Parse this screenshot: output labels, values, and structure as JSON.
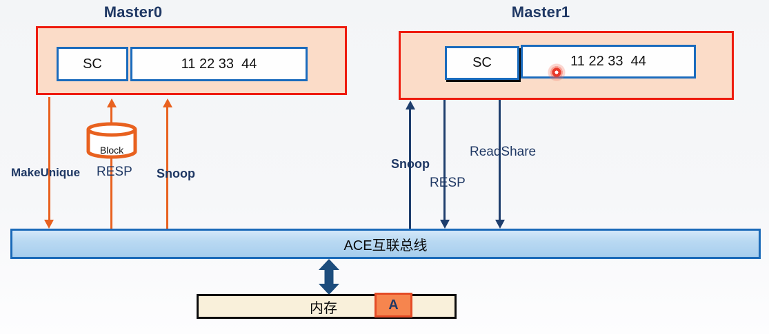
{
  "masters": [
    {
      "title": "Master0",
      "state_label": "SC",
      "data_value": "11 22 33  44"
    },
    {
      "title": "Master1",
      "state_label": "SC",
      "data_value": "11 22 33  44"
    }
  ],
  "block_label": "Block",
  "arrows_left": [
    {
      "label": "MakeUnique",
      "direction": "down-to-bus",
      "color": "#e8611f"
    },
    {
      "label": "RESP",
      "direction": "up-to-master0",
      "color": "#e8611f"
    },
    {
      "label": "Snoop",
      "direction": "up-to-master0",
      "color": "#e8611f"
    }
  ],
  "arrows_right": [
    {
      "label": "Snoop",
      "direction": "up-to-master1",
      "color": "#1e3e6d"
    },
    {
      "label": "RESP",
      "direction": "down-to-bus",
      "color": "#1e3e6d"
    },
    {
      "label": "ReadShare",
      "direction": "down-to-bus",
      "color": "#1e3e6d"
    }
  ],
  "bus": {
    "label": "ACE互联总线"
  },
  "memory": {
    "label": "内存",
    "cell_label": "A"
  },
  "colors": {
    "master-border": "#ee1b0e",
    "master-fill": "#fbdcc8",
    "inner-box-border": "#1a6bbd",
    "title-navy": "#1f3864",
    "orange-arrow": "#e8611f",
    "navy-arrow": "#1e3e6d",
    "bus-border": "#1969b8",
    "bus-fill": "#a7ceee",
    "memory-fill": "#f9f0da",
    "cell-fill": "#f6854e",
    "cell-border": "#e44c26"
  }
}
